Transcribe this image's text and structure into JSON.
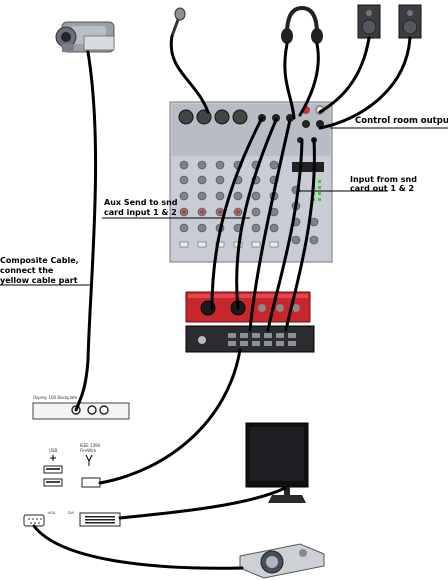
{
  "labels": {
    "control_room_output": "Control room output",
    "input_from_snd_line1": "Input from  snd",
    "input_from_snd_line2": "card out 1 & 2",
    "aux_send_line1": "Aux Send to snd",
    "aux_send_line2": "card input 1 & 2",
    "composite_line1": "Composite Cable,",
    "composite_line2": "connect the",
    "composite_line3": "yellow cable part"
  },
  "devices": {
    "camcorder": "camcorder-icon",
    "microphone": "microphone-icon",
    "headphones": "headphones-icon",
    "speakers": "studio-monitor-icon",
    "mixer": "audio-mixer",
    "sound_card_red": "audio-interface-red",
    "sound_card_black": "audio-interface-black",
    "capture_card": "capture-card",
    "monitor": "lcd-monitor-icon",
    "projector": "projector-icon"
  },
  "port_labels": {
    "capture_card_title": "Osprey 100 Backplate",
    "usb": "USB",
    "firewire_line1": "IEEE 1394",
    "firewire_line2": "FireWire",
    "vga": "VGA",
    "dvi": "DVI"
  },
  "colors": {
    "cable": "#000000",
    "sound_card_red": "#c9252c",
    "mixer_body": "#c8ccd4",
    "label": "#000000"
  }
}
